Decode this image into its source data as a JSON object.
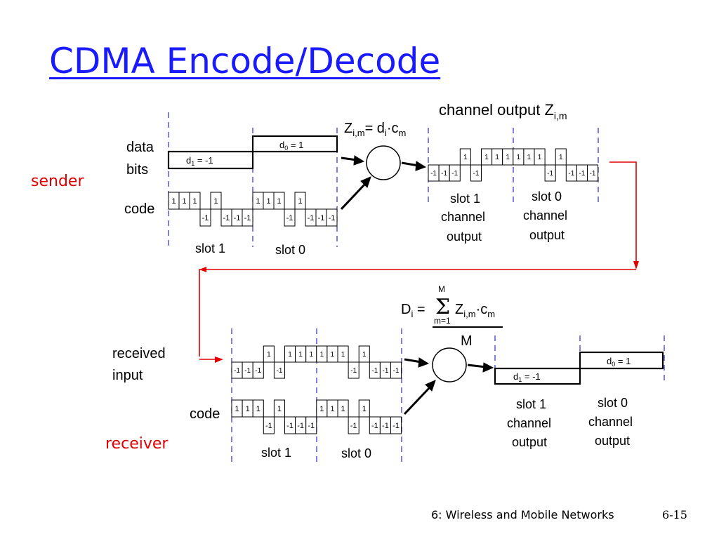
{
  "title": "CDMA Encode/Decode",
  "colors": {
    "title": "#1a1aff",
    "red": "#e00000",
    "dash": "#3a3ae0",
    "line": "#000000"
  },
  "sender": {
    "role_label": "sender",
    "data_bits_line1": "data",
    "data_bits_line2": "bits",
    "code_label": "code",
    "d1_label": "d",
    "d1_sub": "1",
    "d1_value": " = -1",
    "d0_label": "d",
    "d0_sub": "0",
    "d0_value": " = 1",
    "slot1_label": "slot 1",
    "slot0_label": "slot 0",
    "code_chips": [
      1,
      1,
      1,
      -1,
      1,
      -1,
      -1,
      -1
    ],
    "formula_z": "Z",
    "formula_z_sub": "i,m",
    "formula_eq": "= d",
    "formula_d_sub": "i",
    "formula_dot": "·c",
    "formula_c_sub": "m"
  },
  "channel": {
    "title": "channel output Z",
    "title_sub": "i,m",
    "chips": [
      -1,
      -1,
      -1,
      1,
      -1,
      1,
      1,
      1,
      1,
      1,
      1,
      -1,
      1,
      -1,
      -1,
      -1
    ],
    "slot1_line1": "slot 1",
    "slot1_line2": "channel",
    "slot1_line3": "output",
    "slot0_line1": "slot 0",
    "slot0_line2": "channel",
    "slot0_line3": "output"
  },
  "receiver": {
    "role_label": "receiver",
    "received_line1": "received",
    "received_line2": "input",
    "code_label": "code",
    "slot1_label": "slot 1",
    "slot0_label": "slot 0",
    "formula_d": "D",
    "formula_d_sub": "i",
    "formula_eq": " = ",
    "formula_sigma": "Σ",
    "formula_upper": "M",
    "formula_lower": "m=1",
    "formula_z": "Z",
    "formula_z_sub": "i,m",
    "formula_c": "·c",
    "formula_c_sub": "m",
    "formula_den": "M",
    "d1_label": "d",
    "d1_sub": "1",
    "d1_value": " = -1",
    "d0_label": "d",
    "d0_sub": "0",
    "d0_value": " = 1",
    "out_slot1_line1": "slot 1",
    "out_slot1_line2": "channel",
    "out_slot1_line3": "output",
    "out_slot0_line1": "slot 0",
    "out_slot0_line2": "channel",
    "out_slot0_line3": "output"
  },
  "footer": {
    "left": "6: Wireless and Mobile Networks",
    "right": "6-15"
  }
}
